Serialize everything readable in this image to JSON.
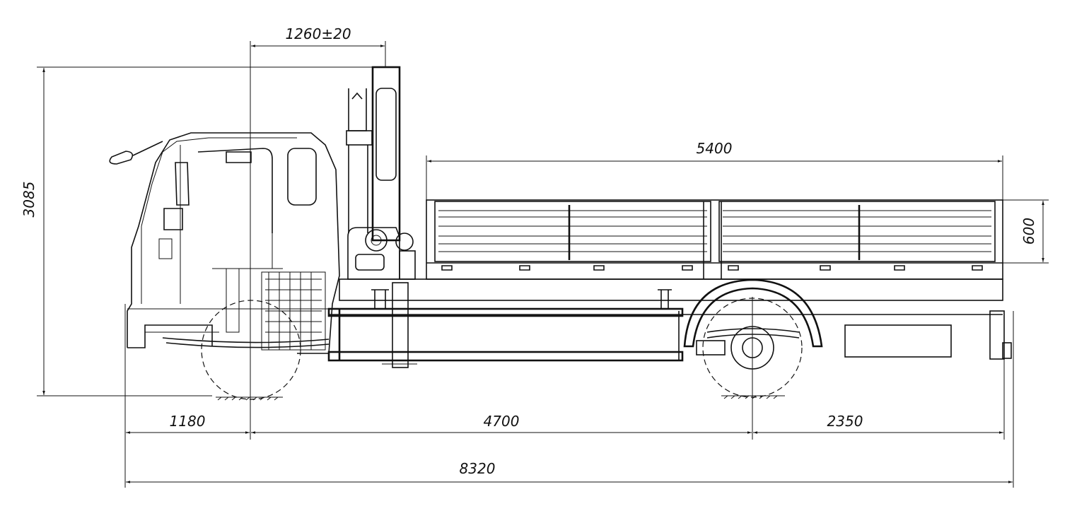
{
  "drawing": {
    "subject": "truck-with-crane-side-view",
    "units": "mm",
    "line_color": "#111111",
    "background": "#ffffff",
    "dimensions": {
      "crane_offset": "1260±20",
      "body_length": "5400",
      "overall_height": "3085",
      "side_height": "600",
      "front_overhang": "1180",
      "wheelbase": "4700",
      "rear_overhang": "2350",
      "overall_length": "8320"
    }
  }
}
